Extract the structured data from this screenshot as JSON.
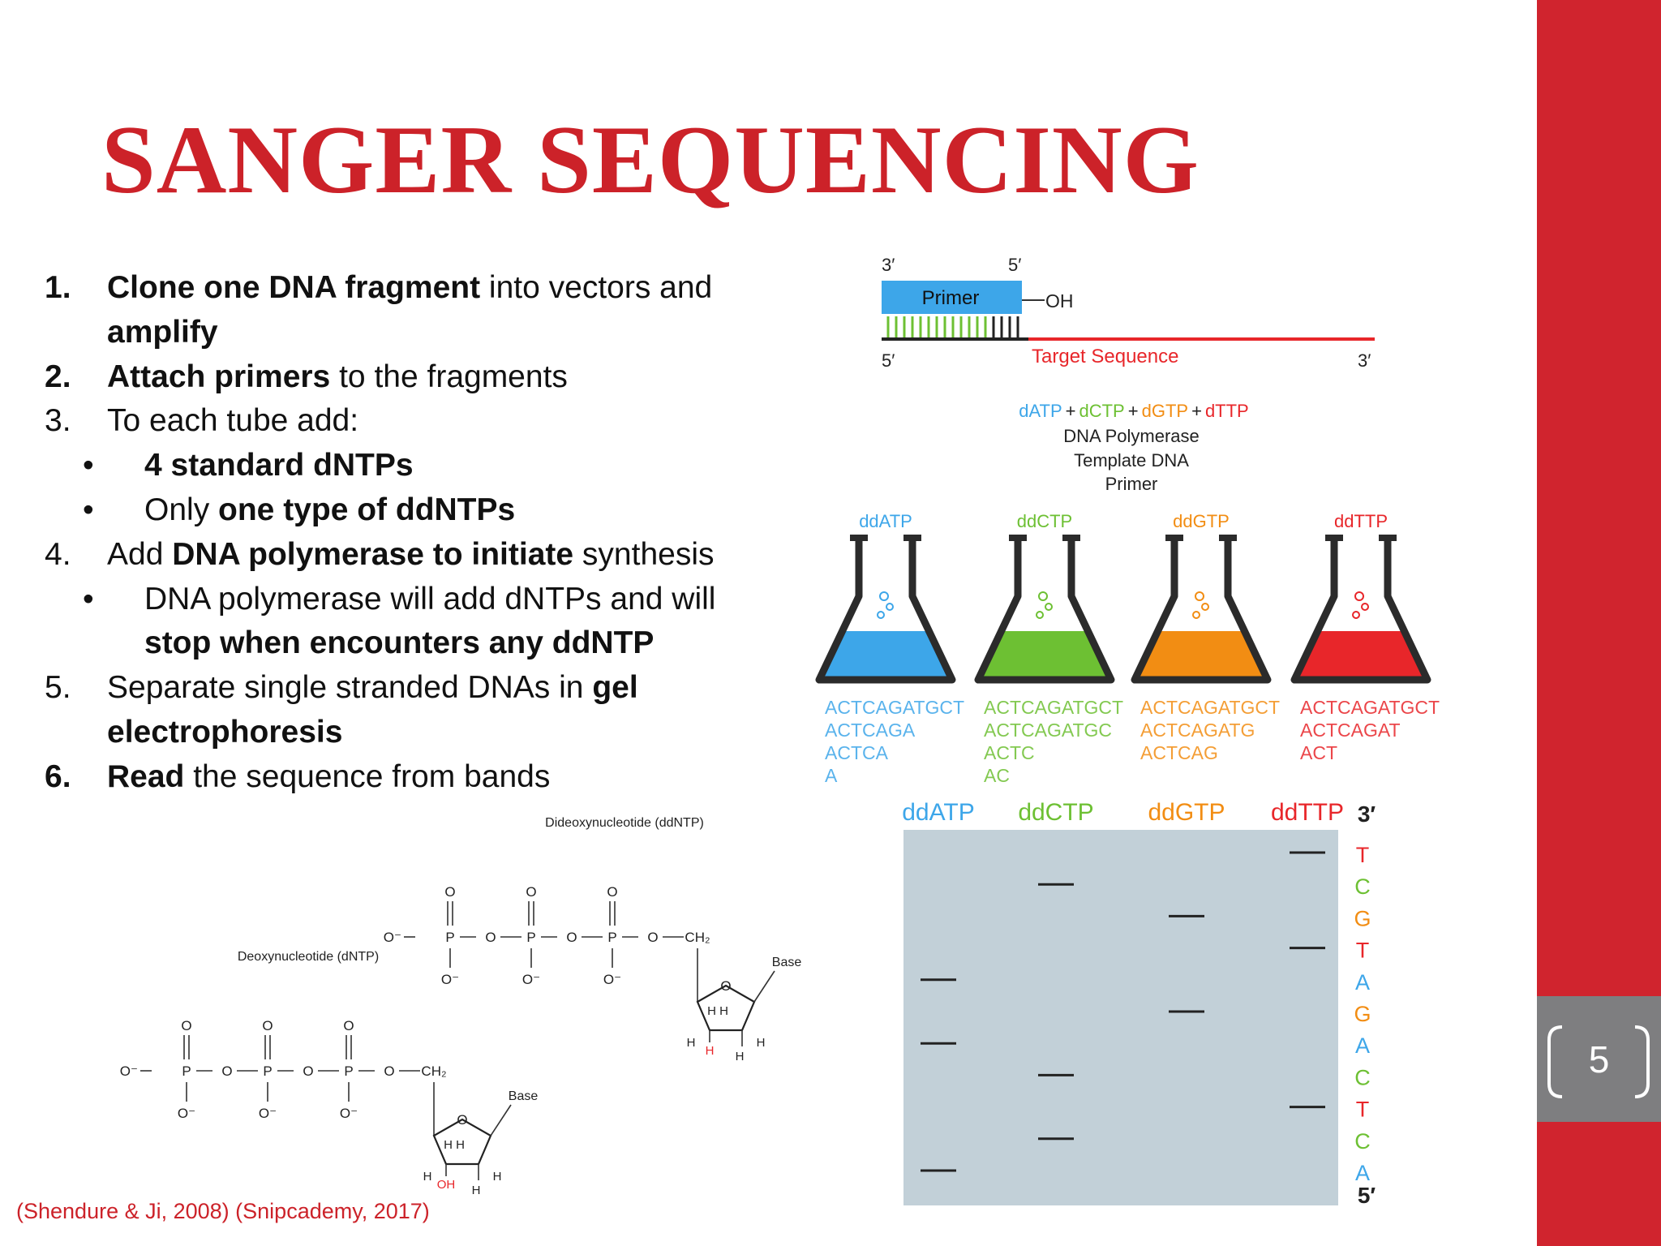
{
  "slide": {
    "title": "SANGER SEQUENCING",
    "page_number": "5",
    "citation": "(Shendure & Ji, 2008) (Snipcademy, 2017)"
  },
  "steps": [
    {
      "num": "1.",
      "num_bold": true,
      "parts": [
        [
          "Clone one DNA fragment",
          true
        ],
        [
          " into vectors and",
          false
        ]
      ]
    },
    {
      "num": "",
      "num_bold": false,
      "parts": [
        [
          "amplify",
          true
        ]
      ]
    },
    {
      "num": "2.",
      "num_bold": true,
      "parts": [
        [
          "Attach primers",
          true
        ],
        [
          " to the fragments",
          false
        ]
      ]
    },
    {
      "num": "3.",
      "num_bold": false,
      "parts": [
        [
          "To each tube add:",
          false
        ]
      ]
    },
    {
      "num": "•",
      "sub": true,
      "parts": [
        [
          "4 standard dNTPs",
          true
        ]
      ]
    },
    {
      "num": "•",
      "sub": true,
      "parts": [
        [
          "Only ",
          false
        ],
        [
          "one type of ddNTPs",
          true
        ]
      ]
    },
    {
      "num": "4.",
      "num_bold": false,
      "parts": [
        [
          "Add ",
          false
        ],
        [
          "DNA polymerase to initiate",
          true
        ],
        [
          " synthesis",
          false
        ]
      ]
    },
    {
      "num": "•",
      "sub": true,
      "parts": [
        [
          "DNA polymerase will add dNTPs and will",
          false
        ]
      ]
    },
    {
      "num": "",
      "sub": true,
      "parts": [
        [
          "stop when encounters any ddNTP",
          true
        ]
      ]
    },
    {
      "num": "5.",
      "num_bold": false,
      "parts": [
        [
          "Separate single stranded DNAs in ",
          false
        ],
        [
          "gel",
          true
        ]
      ]
    },
    {
      "num": "",
      "num_bold": false,
      "parts": [
        [
          "electrophoresis",
          true
        ]
      ]
    },
    {
      "num": "6.",
      "num_bold": true,
      "parts": [
        [
          "Read",
          true
        ],
        [
          " the sequence from bands",
          false
        ]
      ]
    }
  ],
  "primer_diagram": {
    "top_3": "3′",
    "top_5": "5′",
    "primer": "Primer",
    "oh": "OH",
    "bottom_5": "5′",
    "bottom_3": "3′",
    "target": "Target Sequence"
  },
  "reagents": {
    "datp": "dATP",
    "dctp": "dCTP",
    "dgtp": "dGTP",
    "dttp": "dTTP",
    "plus": "+",
    "line1": "DNA Polymerase",
    "line2": "Template DNA",
    "line3": "Primer"
  },
  "flasks": [
    {
      "label": "ddATP",
      "color": "#3da6e9",
      "fragments": [
        "ACTCAGATGCT",
        "ACTCAGA",
        "ACTCA",
        "A"
      ]
    },
    {
      "label": "ddCTP",
      "color": "#6dc033",
      "fragments": [
        "ACTCAGATGCT",
        "ACTCAGATGC",
        "ACTC",
        "AC"
      ]
    },
    {
      "label": "ddGTP",
      "color": "#f28d13",
      "fragments": [
        "ACTCAGATGCT",
        "ACTCAGATG",
        "ACTCAG"
      ]
    },
    {
      "label": "ddTTP",
      "color": "#e8262a",
      "fragments": [
        "ACTCAGATGCT",
        "ACTCAGAT",
        "ACT"
      ]
    }
  ],
  "gel": {
    "lanes": [
      {
        "label": "ddATP",
        "color": "#3da6e9"
      },
      {
        "label": "ddCTP",
        "color": "#6dc033"
      },
      {
        "label": "ddGTP",
        "color": "#f28d13"
      },
      {
        "label": "ddTTP",
        "color": "#e8262a"
      }
    ],
    "top_end": "3′",
    "bottom_end": "5′",
    "read": [
      "T",
      "C",
      "G",
      "T",
      "A",
      "G",
      "A",
      "C",
      "T",
      "C",
      "A"
    ]
  },
  "molecules": {
    "dd_label": "Dideoxynucleotide (ddNTP)",
    "d_label": "Deoxynucleotide (dNTP)",
    "o": "O",
    "p": "P",
    "ominus": "O⁻",
    "ch2": "CH₂",
    "base": "Base",
    "h": "H",
    "oh": "OH",
    "hh": "H H"
  }
}
